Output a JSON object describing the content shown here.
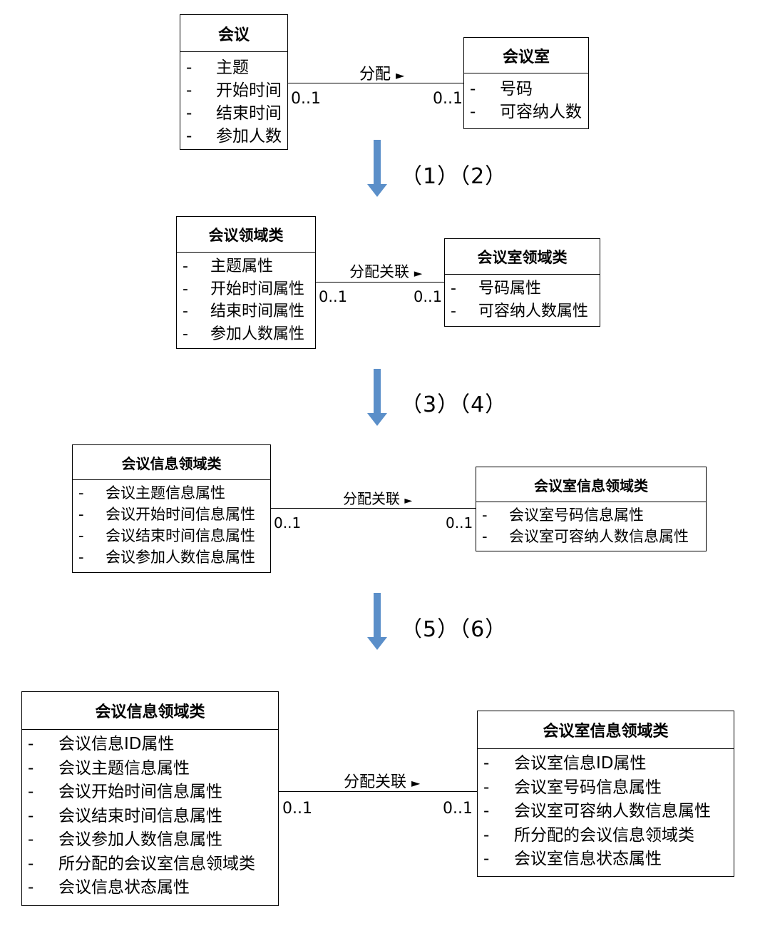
{
  "stages": [
    {
      "left_class": {
        "name": "会议",
        "attributes": [
          "主题",
          "开始时间",
          "结束时间",
          "参加人数"
        ]
      },
      "right_class": {
        "name": "会议室",
        "attributes": [
          "号码",
          "可容纳人数"
        ]
      },
      "association": {
        "label": "分配",
        "arrow": "►",
        "left_multiplicity": "0..1",
        "right_multiplicity": "0..1"
      }
    },
    {
      "left_class": {
        "name": "会议领域类",
        "attributes": [
          "主题属性",
          "开始时间属性",
          "结束时间属性",
          "参加人数属性"
        ]
      },
      "right_class": {
        "name": "会议室领域类",
        "attributes": [
          "号码属性",
          "可容纳人数属性"
        ]
      },
      "association": {
        "label": "分配关联",
        "arrow": "►",
        "left_multiplicity": "0..1",
        "right_multiplicity": "0..1"
      }
    },
    {
      "left_class": {
        "name": "会议信息领域类",
        "attributes": [
          "会议主题信息属性",
          "会议开始时间信息属性",
          "会议结束时间信息属性",
          "会议参加人数信息属性"
        ]
      },
      "right_class": {
        "name": "会议室信息领域类",
        "attributes": [
          "会议室号码信息属性",
          "会议室可容纳人数信息属性"
        ]
      },
      "association": {
        "label": "分配关联",
        "arrow": "►",
        "left_multiplicity": "0..1",
        "right_multiplicity": "0..1"
      }
    },
    {
      "left_class": {
        "name": "会议信息领域类",
        "attributes": [
          "会议信息ID属性",
          "会议主题信息属性",
          "会议开始时间信息属性",
          "会议结束时间信息属性",
          "会议参加人数信息属性",
          "所分配的会议室信息领域类",
          "会议信息状态属性"
        ]
      },
      "right_class": {
        "name": "会议室信息领域类",
        "attributes": [
          "会议室信息ID属性",
          "会议室号码信息属性",
          "会议室可容纳人数信息属性",
          "所分配的会议信息领域类",
          "会议室信息状态属性"
        ]
      },
      "association": {
        "label": "分配关联",
        "arrow": "►",
        "left_multiplicity": "0..1",
        "right_multiplicity": "0..1"
      }
    }
  ],
  "transitions": [
    {
      "label": "（1）（2）",
      "arrow_color": "#5b8fc9"
    },
    {
      "label": "（3）（4）",
      "arrow_color": "#5b8fc9"
    },
    {
      "label": "（5）（6）",
      "arrow_color": "#5b8fc9"
    }
  ],
  "attribute_marker": "-"
}
